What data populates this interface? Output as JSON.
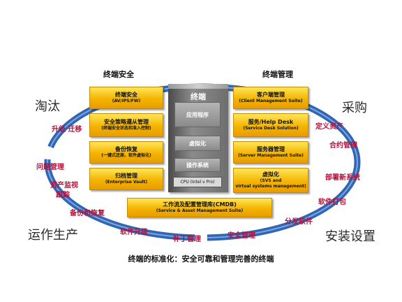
{
  "headings": {
    "left": "终端安全",
    "right": "终端管理"
  },
  "phases": {
    "retire": "淘汰",
    "procure": "采购",
    "operate": "运作生产",
    "install": "安装设置"
  },
  "steps": {
    "upgrade_migrate": "升级 迁移",
    "problem_mgmt": "问题管理",
    "asset_monitor": "资产监视",
    "asset_track": "跟踪",
    "backup_restore": "备份和恢复",
    "software_upgrade": "软件升级",
    "patch_mgmt": "补丁管理",
    "security_mgmt": "安全管理",
    "dist_software": "分发软件",
    "software_package": "软件打包",
    "deploy_system": "部署新系统",
    "contract_mgmt": "合约管理",
    "define_asset": "定义资产"
  },
  "left_boxes": [
    {
      "title": "终端安全",
      "sub": "(AV/IPS/FW)"
    },
    {
      "title": "安全策略遵从管理",
      "sub": "(终端安全状态和准入控制)"
    },
    {
      "title": "备份恢复",
      "sub": "(一键式还原、软件虚拟化)"
    },
    {
      "title": "归档管理",
      "sub": "(Enterprise Vault)"
    }
  ],
  "right_boxes": [
    {
      "title": "客户端管理",
      "sub": "(Client Management Suite)"
    },
    {
      "title": "服务/Help Desk",
      "sub": "(Service Desk Solution)"
    },
    {
      "title": "服务器管理",
      "sub": "(Server Management Suite)"
    },
    {
      "title": "虚拟化",
      "sub": "(SVS and",
      "sub2": "virtual systems management)"
    }
  ],
  "tower": {
    "title": "终端",
    "layers": [
      "应用程序",
      "虚拟化",
      "操作系统"
    ],
    "cpu": "CPU (Intel v Pro)"
  },
  "cmdb": {
    "title": "工作流及配置管理库(CMDB)",
    "sub": "(Service & Asset Management Suite)"
  },
  "caption": "终端的标准化：安全可靠和管理完善的终端",
  "colors": {
    "ring": "#2f66b5",
    "ring_light": "#5a88cc",
    "box_top": "#ffe65a",
    "box_bottom": "#e89c00",
    "step_text": "#b1123a"
  }
}
